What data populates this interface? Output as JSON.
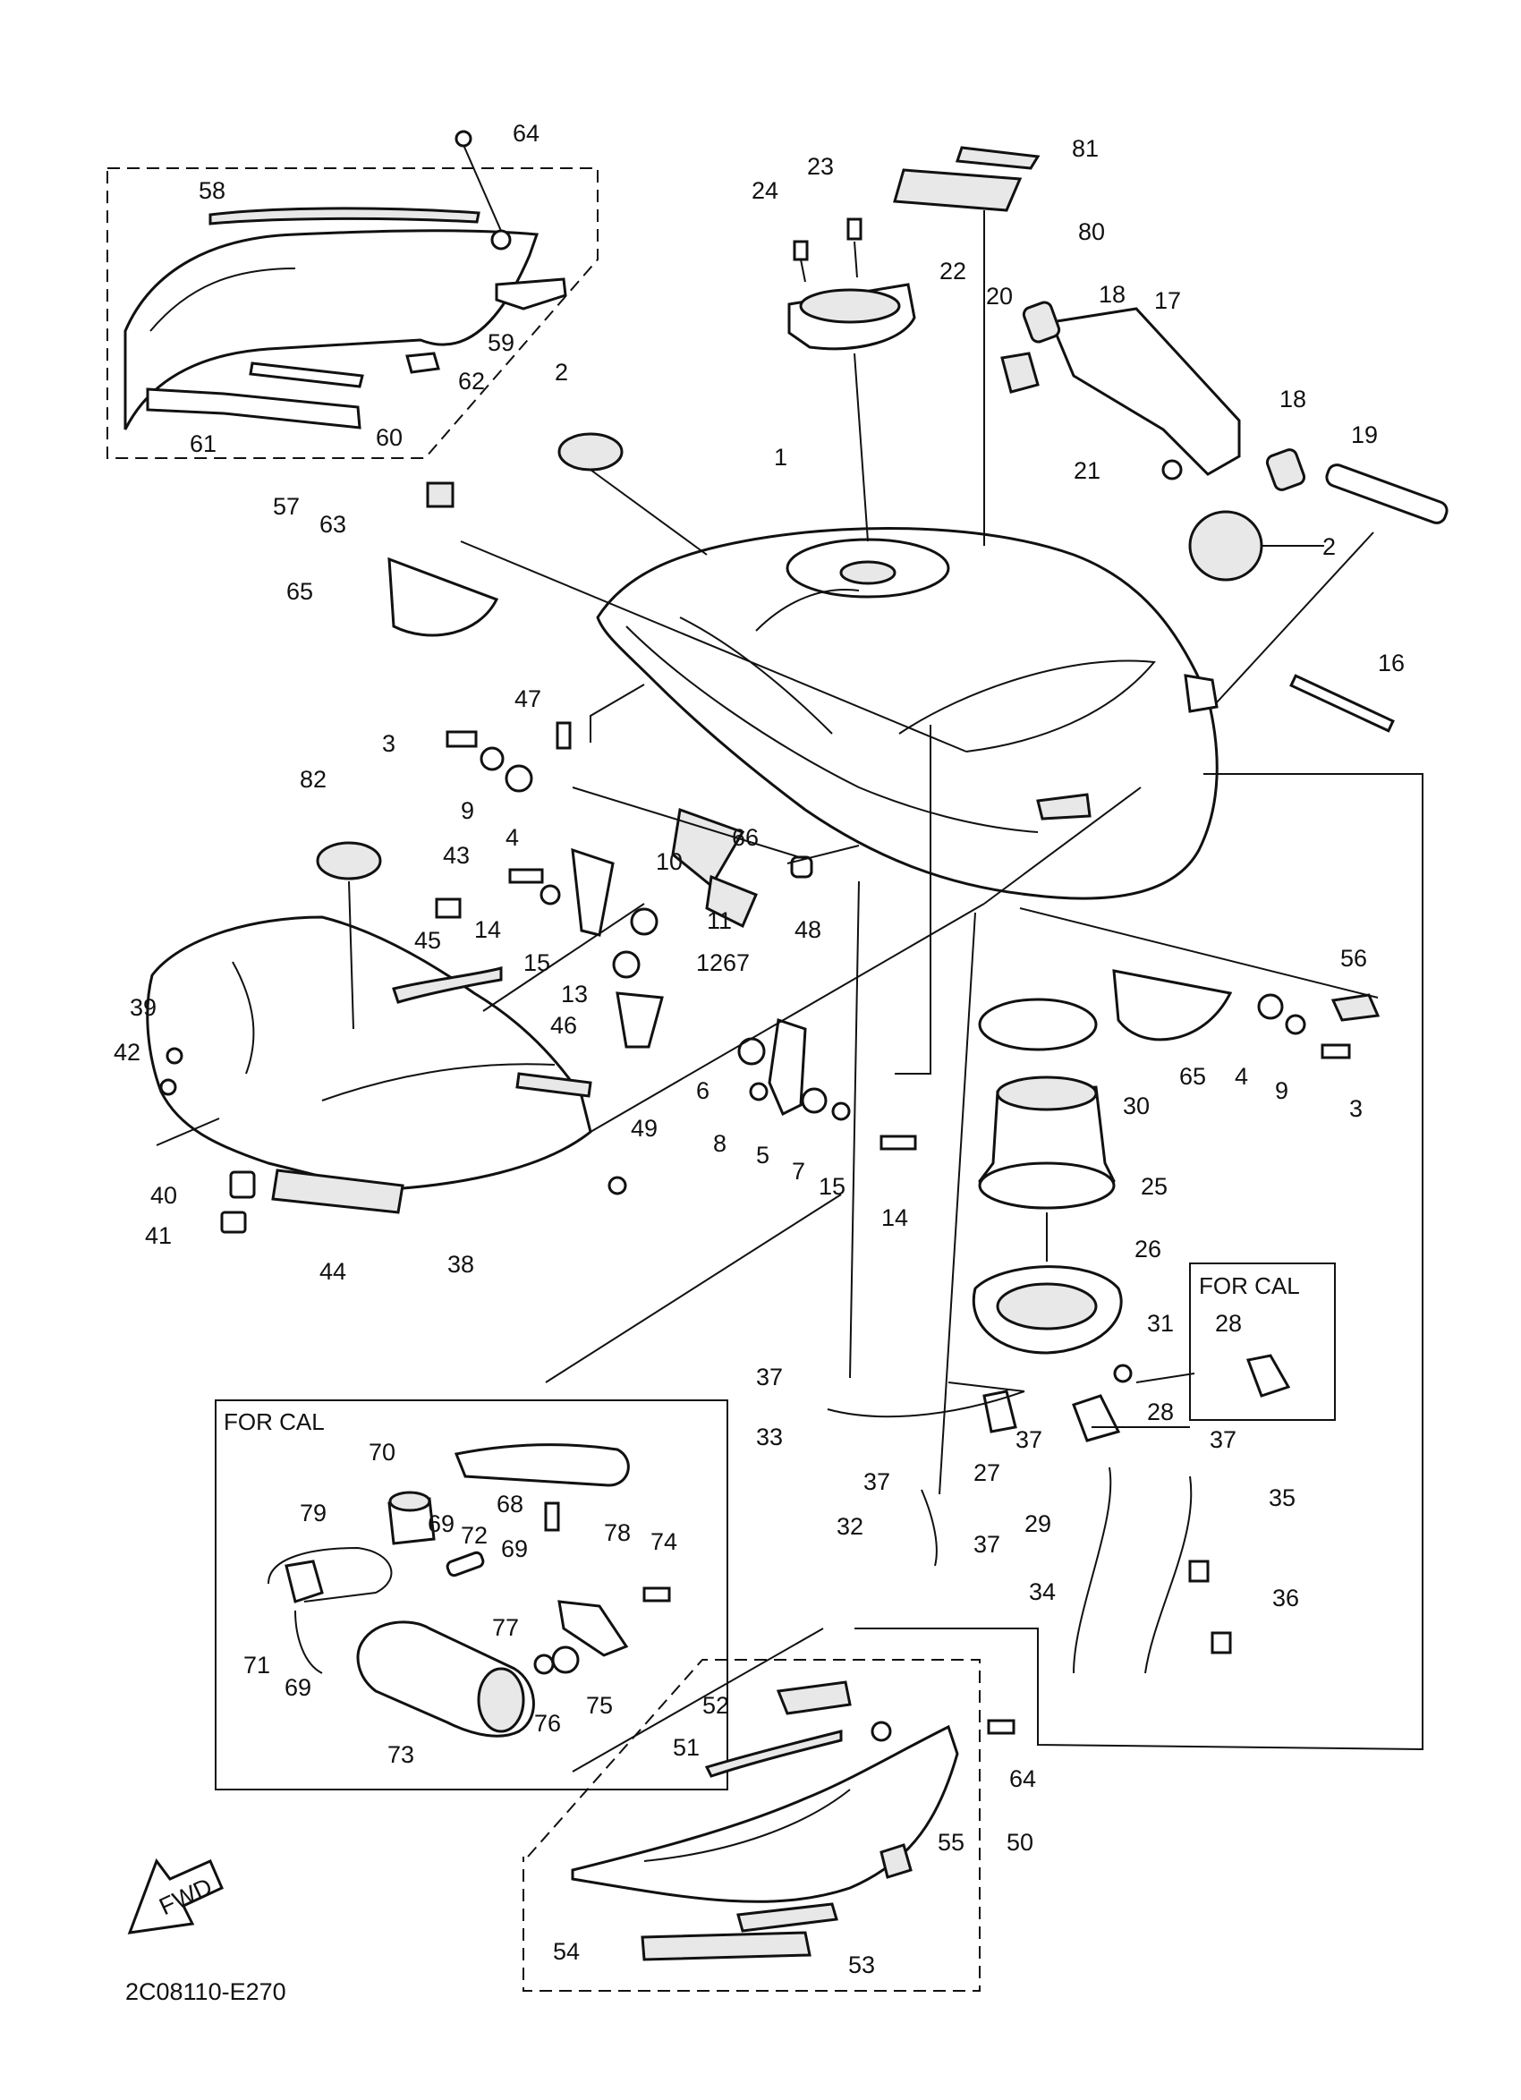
{
  "diagram": {
    "drawing_code": "2C08110-E270",
    "fwd_label": "FWD",
    "variant_notes": {
      "cal_box_pump": "FOR CAL",
      "cal_box_canister": "FOR CAL"
    },
    "callouts": [
      "64",
      "58",
      "59",
      "62",
      "60",
      "61",
      "57",
      "63",
      "65",
      "2",
      "1",
      "24",
      "23",
      "22",
      "81",
      "80",
      "20",
      "18",
      "17",
      "19",
      "21",
      "16",
      "47",
      "3",
      "9",
      "4",
      "82",
      "43",
      "10",
      "66",
      "48",
      "14",
      "11",
      "45",
      "15",
      "12",
      "67",
      "13",
      "46",
      "39",
      "42",
      "40",
      "41",
      "44",
      "38",
      "49",
      "6",
      "8",
      "5",
      "7",
      "14",
      "15",
      "25",
      "30",
      "65",
      "4",
      "9",
      "3",
      "56",
      "26",
      "31",
      "28",
      "37",
      "33",
      "27",
      "37",
      "37",
      "32",
      "29",
      "37",
      "35",
      "34",
      "36",
      "37",
      "70",
      "68",
      "79",
      "69",
      "72",
      "69",
      "78",
      "74",
      "71",
      "69",
      "77",
      "73",
      "76",
      "75",
      "52",
      "51",
      "64",
      "55",
      "50",
      "54",
      "53",
      "28",
      "18",
      "2"
    ]
  }
}
